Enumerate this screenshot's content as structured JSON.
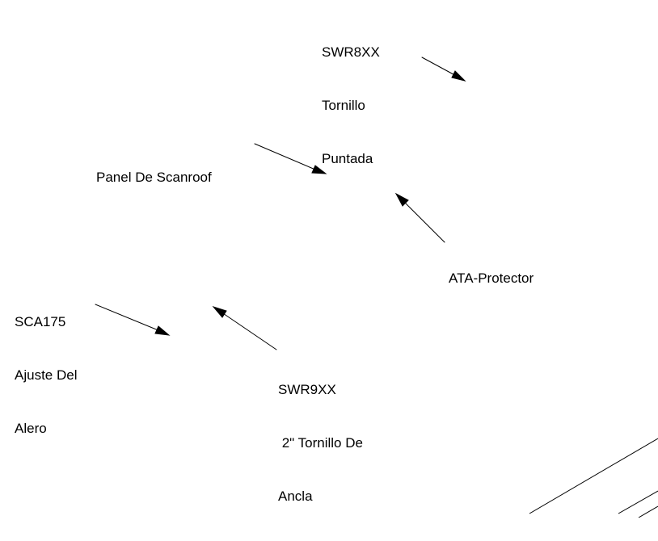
{
  "callouts": {
    "swr8xx": {
      "lines": [
        "SWR8XX",
        "Tornillo",
        "Puntada"
      ]
    },
    "panel": {
      "lines": [
        "Panel De Scanroof"
      ]
    },
    "ata": {
      "lines": [
        "ATA-Protector"
      ]
    },
    "sca175": {
      "lines": [
        "SCA175",
        "Ajuste Del",
        "Alero"
      ]
    },
    "swr9xx": {
      "lines": [
        "SWR9XX",
        " 2\" Tornillo De",
        "Ancla"
      ]
    }
  },
  "colors": {
    "ink": "#000000",
    "background": "#ffffff"
  }
}
